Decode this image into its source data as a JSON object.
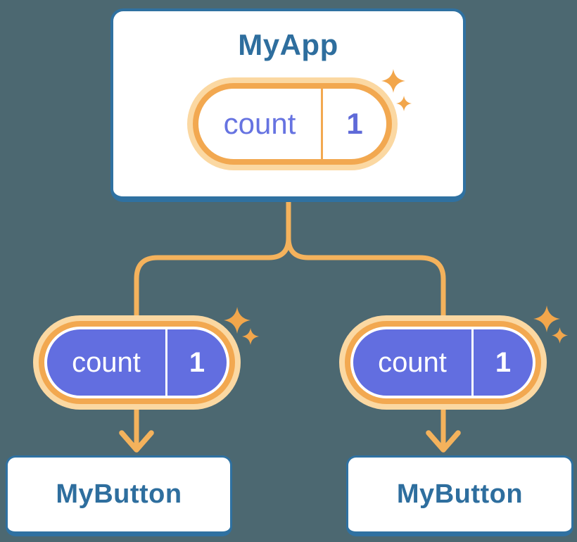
{
  "diagram": {
    "root": {
      "title": "MyApp",
      "state_pill": {
        "label": "count",
        "value": "1"
      }
    },
    "children": [
      {
        "title": "MyButton",
        "props_pill": {
          "label": "count",
          "value": "1"
        }
      },
      {
        "title": "MyButton",
        "props_pill": {
          "label": "count",
          "value": "1"
        }
      }
    ]
  },
  "colors": {
    "background": "#4c6871",
    "card_background": "#ffffff",
    "card_border": "#2f71a1",
    "heading_text": "#2e6e9e",
    "pill_fill_purple": "#626ee0",
    "pill_text_on_purple": "#ffffff",
    "pill_label_purple": "#6673e1",
    "pill_value_purple": "#5f6ad8",
    "pill_ring_orange": "#f2a850",
    "pill_halo_orange": "#fbd8a2",
    "connector_orange": "#f4b25c",
    "sparkle_orange": "#f2a64b"
  }
}
